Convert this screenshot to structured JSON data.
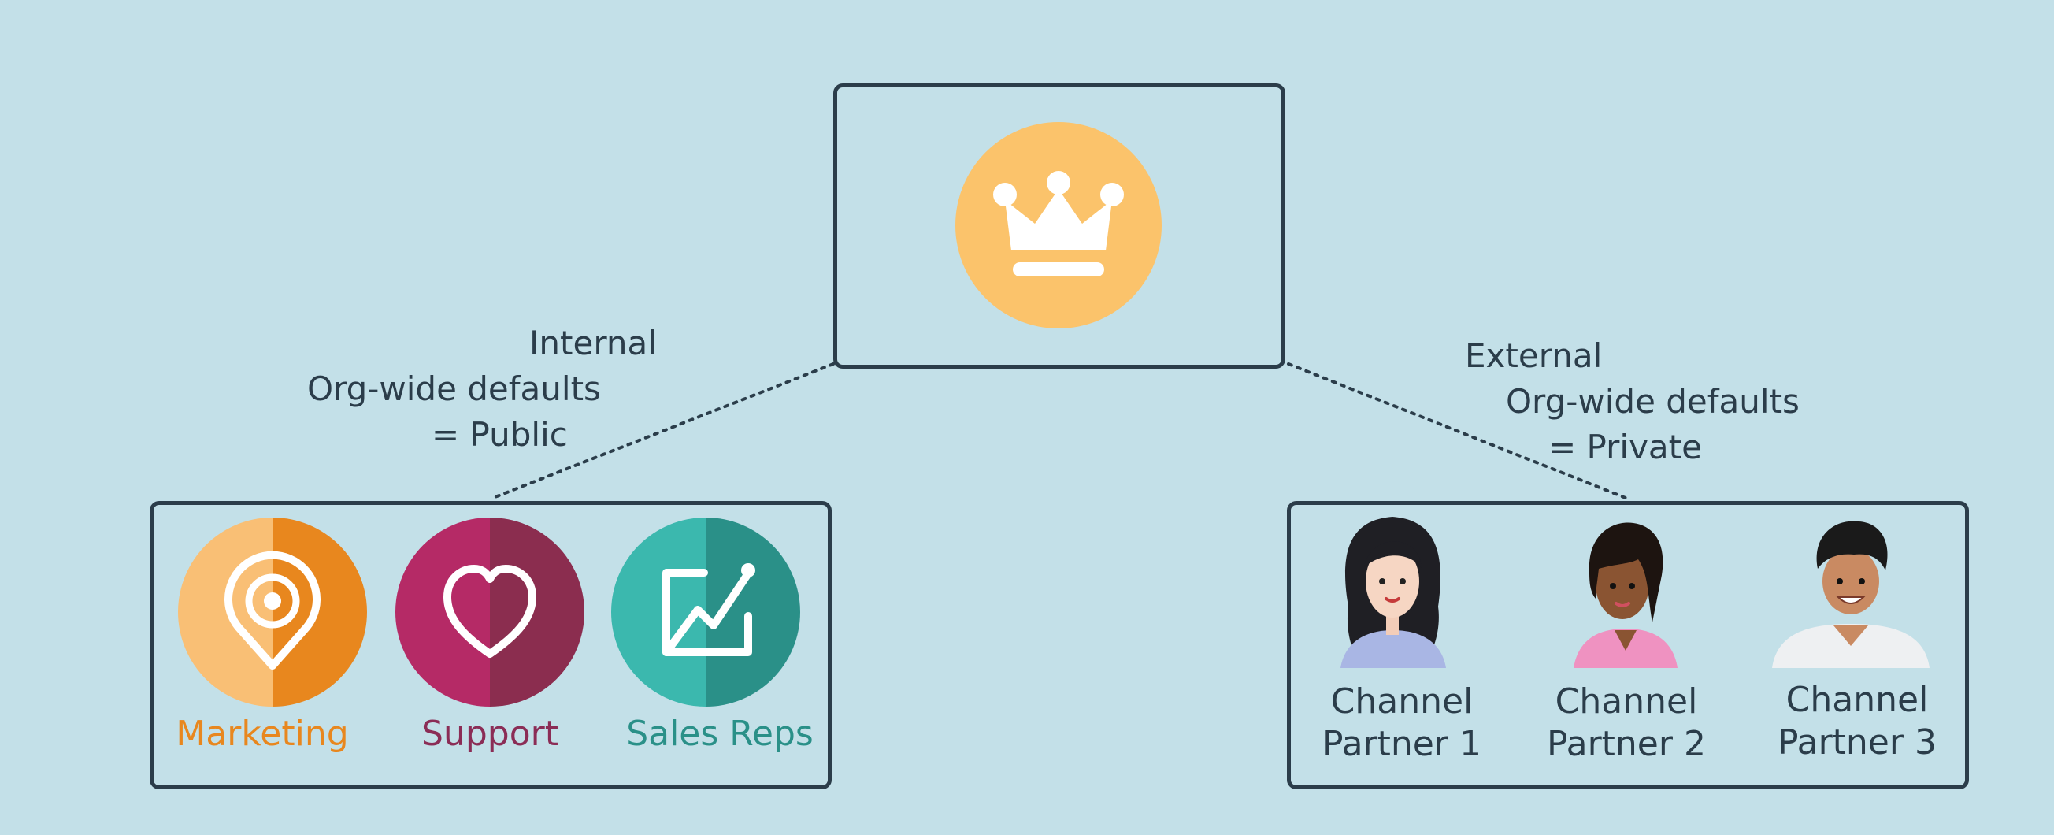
{
  "internal": {
    "line1": "Internal",
    "line2": "Org-wide defaults",
    "line3": "= Public"
  },
  "external": {
    "line1": "External",
    "line2": "Org-wide defaults",
    "line3": "= Private"
  },
  "teams": [
    {
      "label": "Marketing",
      "icon": "location-target-icon",
      "color": "#e8871e"
    },
    {
      "label": "Support",
      "icon": "heart-icon",
      "color": "#8b2d56"
    },
    {
      "label": "Sales Reps",
      "icon": "chart-icon",
      "color": "#2a9088"
    }
  ],
  "partners": [
    {
      "line1": "Channel",
      "line2": "Partner 1"
    },
    {
      "line1": "Channel",
      "line2": "Partner 2"
    },
    {
      "line1": "Channel",
      "line2": "Partner 3"
    }
  ],
  "top": {
    "icon": "crown-icon",
    "color": "#fbc36b"
  }
}
